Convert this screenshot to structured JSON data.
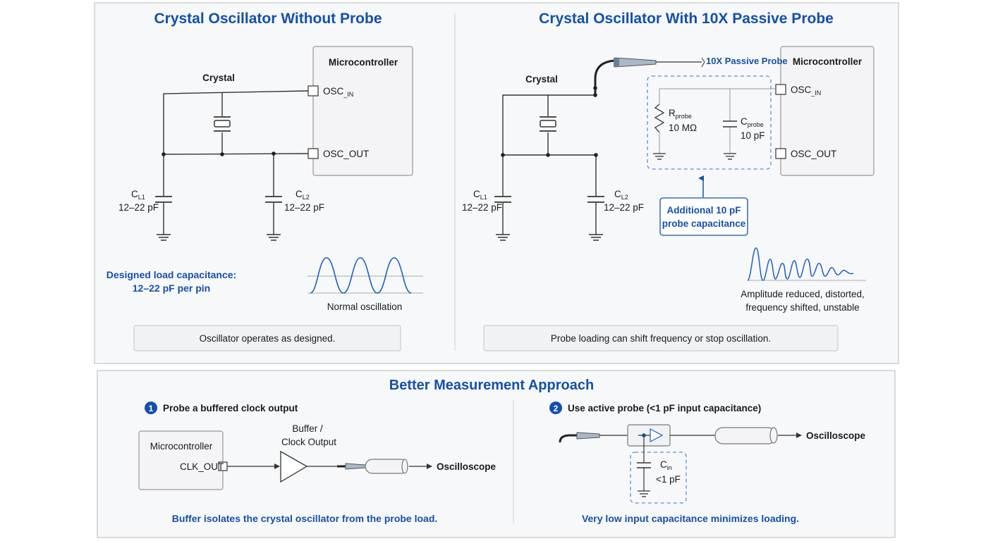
{
  "left": {
    "title": "Crystal Oscillator Without Probe",
    "crystal_label": "Crystal",
    "mcu_label": "Microcontroller",
    "pin_in_main": "OSC",
    "pin_in_sub": "_IN",
    "pin_out": "OSC_OUT",
    "cl1_main": "C",
    "cl1_sub": "L1",
    "cl1_value": "12–22 pF",
    "cl2_main": "C",
    "cl2_sub": "L2",
    "cl2_value": "12–22 pF",
    "design_line1": "Designed load capacitance:",
    "design_line2": "12–22 pF per pin",
    "wave_caption": "Normal oscillation",
    "status": "Oscillator operates as designed."
  },
  "right": {
    "title": "Crystal Oscillator With 10X Passive Probe",
    "crystal_label": "Crystal",
    "probe_label": "10X Passive Probe",
    "mcu_label": "Microcontroller",
    "pin_in_main": "OSC",
    "pin_in_sub": "_IN",
    "pin_out": "OSC_OUT",
    "rprobe_main": "R",
    "rprobe_sub": "probe",
    "rprobe_value": "10 MΩ",
    "cprobe_main": "C",
    "cprobe_sub": "probe",
    "cprobe_value": "10 pF",
    "callout_line1": "Additional 10 pF",
    "callout_line2": "probe capacitance",
    "cl1_main": "C",
    "cl1_sub": "L1",
    "cl1_value": "12–22 pF",
    "cl2_main": "C",
    "cl2_sub": "L2",
    "cl2_value": "12–22 pF",
    "wave_caption_line1": "Amplitude reduced, distorted,",
    "wave_caption_line2": "frequency shifted, unstable",
    "status": "Probe loading can shift frequency or stop oscillation."
  },
  "bottom": {
    "title": "Better Measurement Approach",
    "step1": {
      "number": "1",
      "label": "Probe a buffered clock output",
      "mcu_label": "Microcontroller",
      "pin": "CLK_OUT",
      "buffer_line1": "Buffer /",
      "buffer_line2": "Clock Output",
      "scope": "Oscilloscope",
      "note": "Buffer isolates the crystal oscillator from the probe load."
    },
    "step2": {
      "number": "2",
      "label": "Use active probe (<1 pF input capacitance)",
      "scope": "Oscilloscope",
      "cin_main": "C",
      "cin_sub": "in",
      "cin_value": "<1 pF",
      "note": "Very low input capacitance minimizes loading."
    }
  },
  "colors": {
    "accent_blue": "#1450a8",
    "panel_fill": "#f7f8fa",
    "border": "#b8b8b8"
  }
}
